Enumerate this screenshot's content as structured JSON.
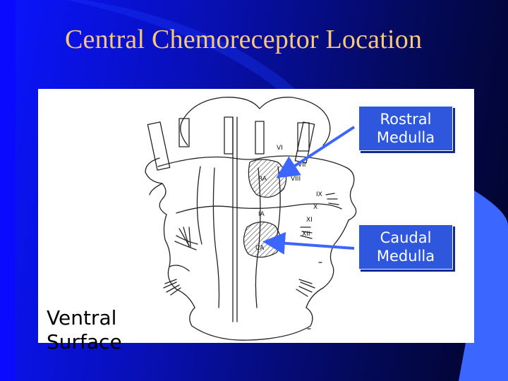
{
  "slide": {
    "title": "Central Chemoreceptor Location",
    "colors": {
      "background_dark": "#020428",
      "background_bright": "#0a14ff",
      "title": "#f7c77b",
      "callout": "#2f57dd",
      "accent_blue": "#3b66ff"
    }
  },
  "diagram": {
    "labels": {
      "vi": "VI",
      "vii": "VII",
      "viii": "VIII",
      "ix": "IX",
      "x": "X",
      "xi": "XI",
      "xii": "XII",
      "ra": "RA",
      "ia": "IA",
      "ca": "CA"
    },
    "callouts": {
      "rostral": {
        "line1": "Rostral",
        "line2": "Medulla"
      },
      "caudal": {
        "line1": "Caudal",
        "line2": "Medulla"
      }
    },
    "caption": {
      "line1": "Ventral",
      "line2": "Surface"
    }
  }
}
